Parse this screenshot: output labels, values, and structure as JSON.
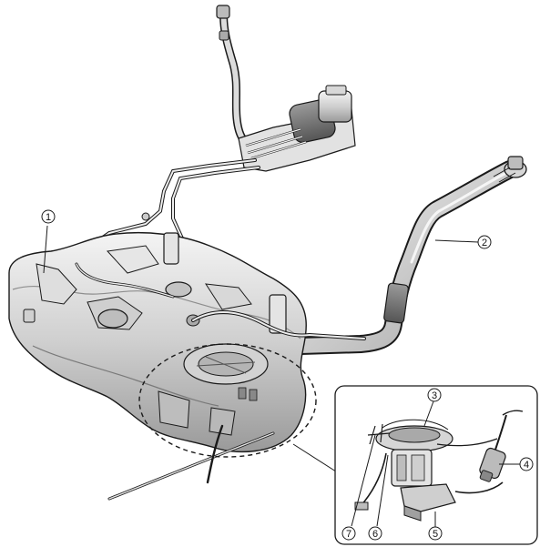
{
  "callouts": [
    {
      "id": "1",
      "label": "1"
    },
    {
      "id": "2",
      "label": "2"
    },
    {
      "id": "3",
      "label": "3"
    },
    {
      "id": "4",
      "label": "4"
    },
    {
      "id": "5",
      "label": "5"
    },
    {
      "id": "6",
      "label": "6"
    },
    {
      "id": "7",
      "label": "7"
    }
  ],
  "colors": {
    "line": "#1a1a1a",
    "metal_light": "#eeeeee",
    "metal_mid": "#c8c8c8",
    "metal_dark": "#8a8a8a",
    "background": "#ffffff"
  }
}
